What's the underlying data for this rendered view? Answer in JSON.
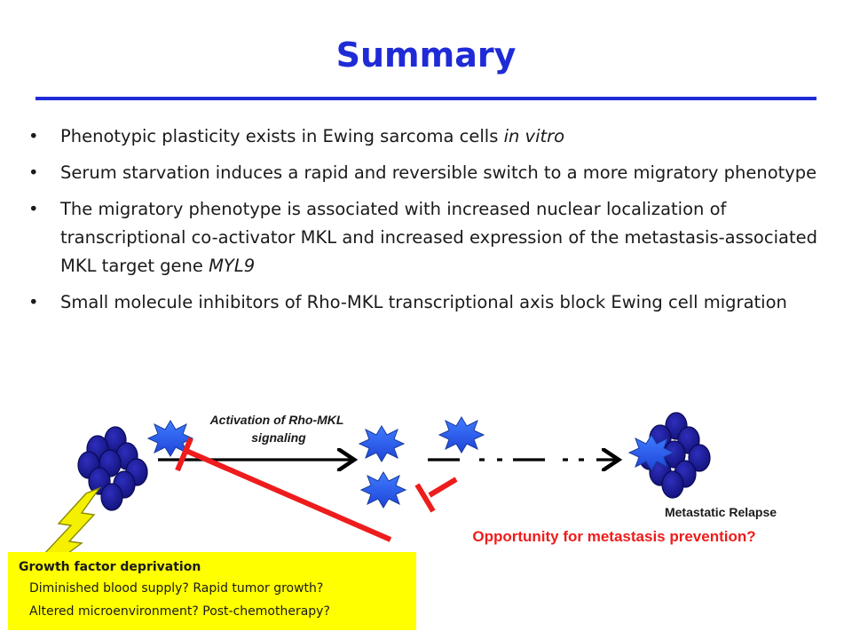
{
  "slide": {
    "title": "Summary",
    "bullets": [
      {
        "parts": [
          {
            "text": "Phenotypic plasticity exists in Ewing sarcoma cells "
          },
          {
            "text": "in vitro",
            "italic": true
          }
        ]
      },
      {
        "parts": [
          {
            "text": "Serum starvation induces a rapid and reversible switch to a more migratory phenotype"
          }
        ]
      },
      {
        "parts": [
          {
            "text": "The migratory phenotype is associated with increased nuclear localization of transcriptional co-activator MKL and increased expression of the metastasis-associated MKL target gene "
          },
          {
            "text": "MYL9",
            "italic": true
          }
        ]
      },
      {
        "parts": [
          {
            "text": "Small molecule inhibitors of Rho-MKL transcriptional axis block Ewing cell migration"
          }
        ]
      }
    ],
    "bullet_symbol": "•"
  },
  "diagram": {
    "activation_label_line1": "Activation of Rho-MKL",
    "activation_label_line2": "signaling",
    "relapse_label": "Metastatic Relapse",
    "opportunity_label": "Opportunity for metastasis prevention?",
    "growth_factor": {
      "title": "Growth factor deprivation",
      "line1": "Diminished blood supply?  Rapid tumor growth?",
      "line2": "Altered microenvironment?  Post-chemotherapy?"
    },
    "icons": [
      "tumor-cell-cluster",
      "lightning-bolt",
      "migratory-cell",
      "inhibition-bar"
    ],
    "colors": {
      "title_blue": "#1f2bd6",
      "cell_navy": "#1a1a8c",
      "spiky_blue": "#2a5ae6",
      "inhibitor_red": "#ee1c1c",
      "highlight_yellow": "#ffff00",
      "lightning_fill": "#f5f000"
    }
  }
}
